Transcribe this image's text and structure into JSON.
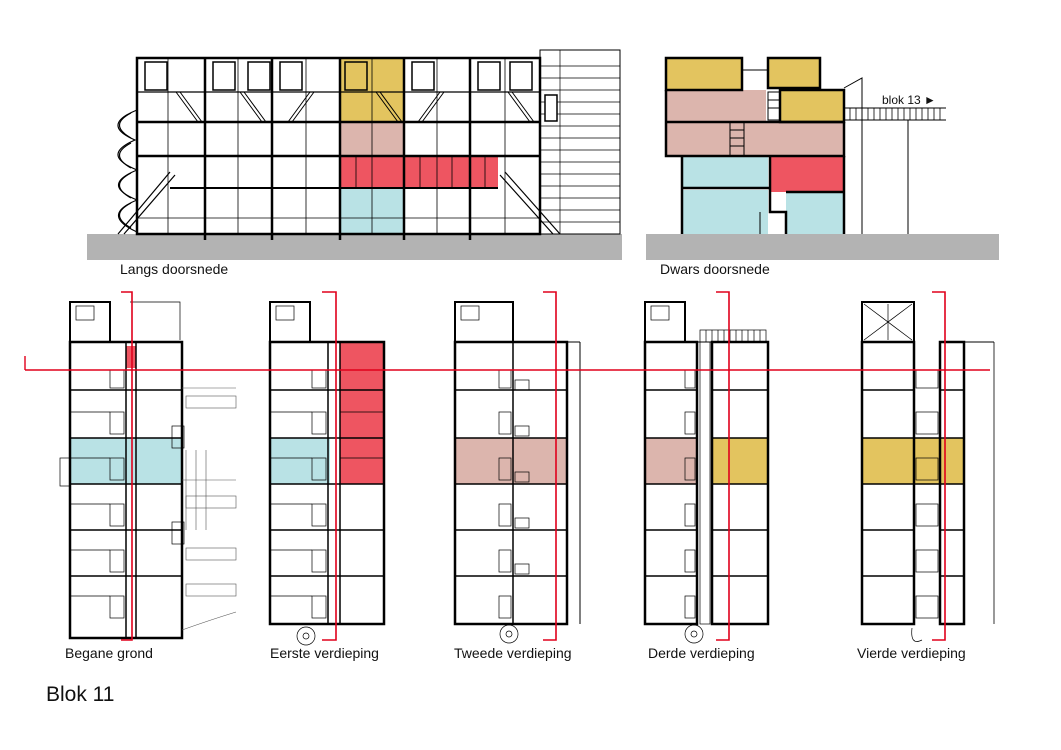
{
  "sheet_title": "Blok 11",
  "sections": {
    "long": "Langs doorsnede",
    "cross": "Dwars doorsnede",
    "cross_tag": "blok 13 ►"
  },
  "floors": [
    {
      "name": "Begane grond"
    },
    {
      "name": "Eerste verdieping"
    },
    {
      "name": "Tweede verdieping"
    },
    {
      "name": "Derde verdieping"
    },
    {
      "name": "Vierde verdieping"
    }
  ],
  "colors": {
    "yellow": "#e3c45f",
    "pink": "#dcb5ad",
    "red": "#ee5561",
    "cyan": "#b9e2e5",
    "cut_line": "#e0001b",
    "ground": "#b3b3b3",
    "ink": "#000000"
  }
}
